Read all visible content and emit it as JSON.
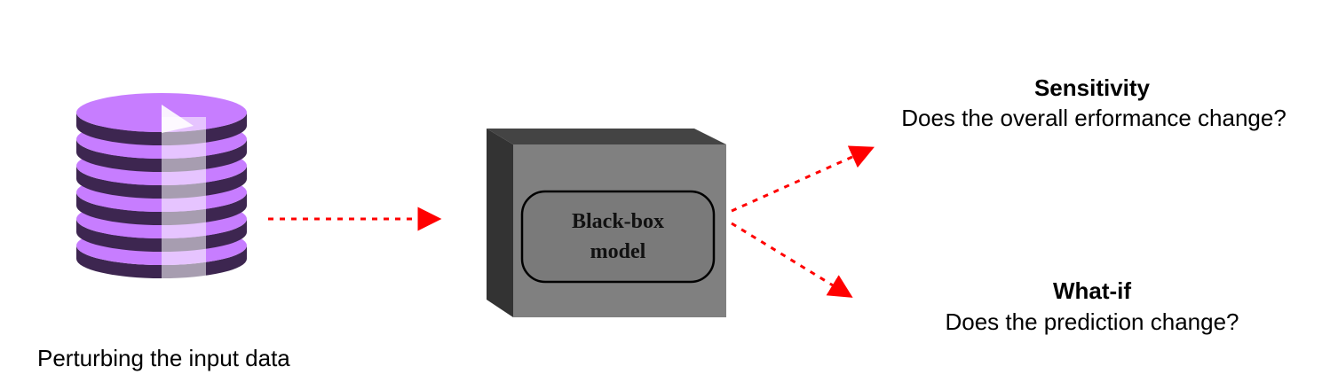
{
  "input": {
    "caption": "Perturbing the input data"
  },
  "model": {
    "line1": "Black-box",
    "line2": "model"
  },
  "outputs": {
    "sensitivity": {
      "title": "Sensitivity",
      "question": "Does the overall erformance change?"
    },
    "whatif": {
      "title": "What-if",
      "question": "Does the prediction change?"
    }
  },
  "colors": {
    "disk_top": "#c77dff",
    "disk_side": "#3d2650",
    "box_front": "#808080",
    "box_side": "#3a3a3a",
    "box_top": "#444444",
    "arrow": "#ff0000"
  }
}
